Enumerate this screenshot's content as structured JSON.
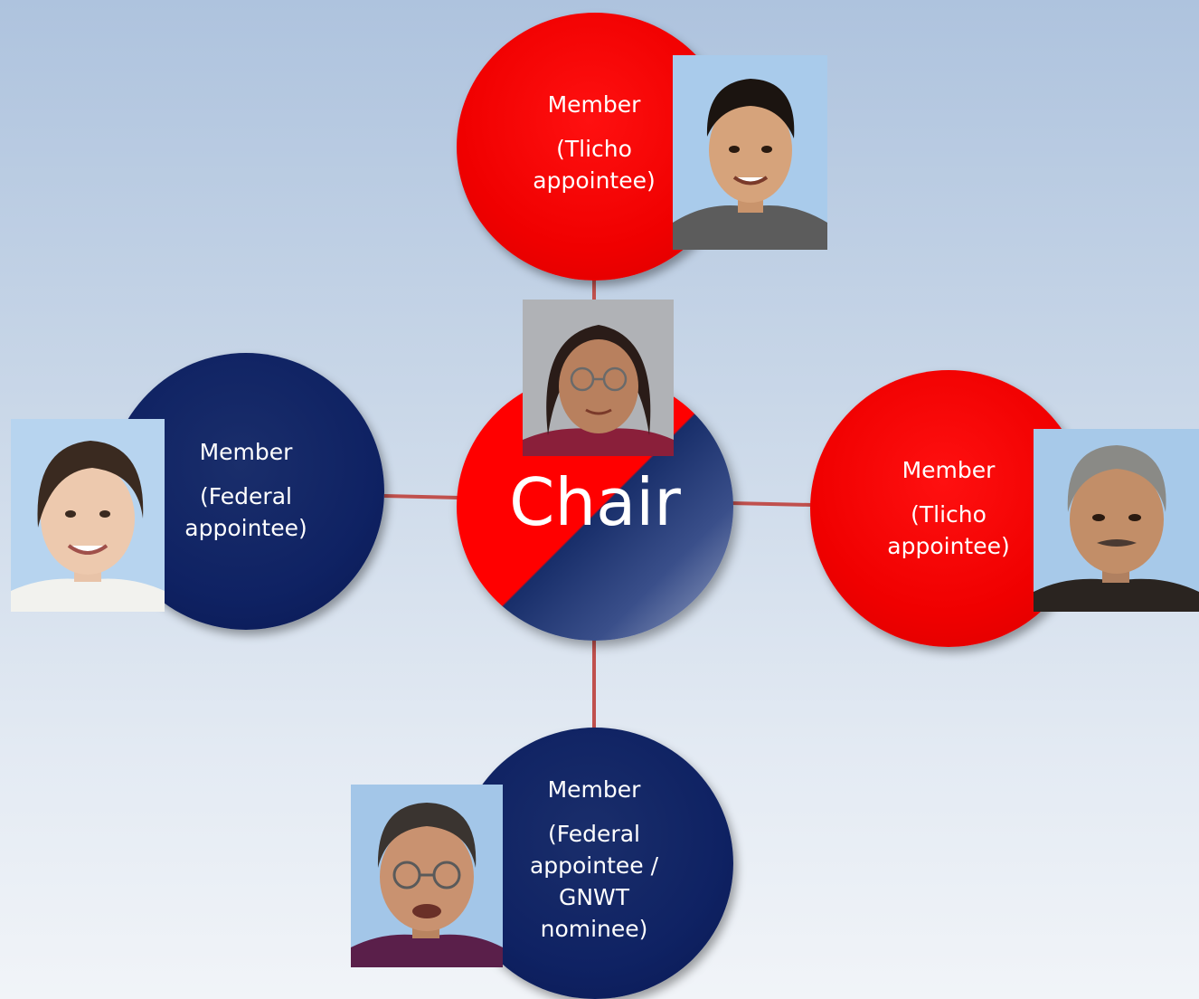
{
  "chair": {
    "label": "Chair"
  },
  "members": [
    {
      "position": "top",
      "role": "Member",
      "affiliation": "(Tlicho appointee)",
      "color": "#ff0000"
    },
    {
      "position": "left",
      "role": "Member",
      "affiliation": "(Federal appointee)",
      "color": "#0f2263"
    },
    {
      "position": "right",
      "role": "Member",
      "affiliation": "(Tlicho appointee)",
      "color": "#ff0000"
    },
    {
      "position": "bottom",
      "role": "Member",
      "affiliation": "(Federal appointee / GNWT nominee)",
      "color": "#0f2263"
    }
  ],
  "colors": {
    "tlicho": "#ff0000",
    "federal": "#0f2263",
    "connector": "#c0504d"
  }
}
